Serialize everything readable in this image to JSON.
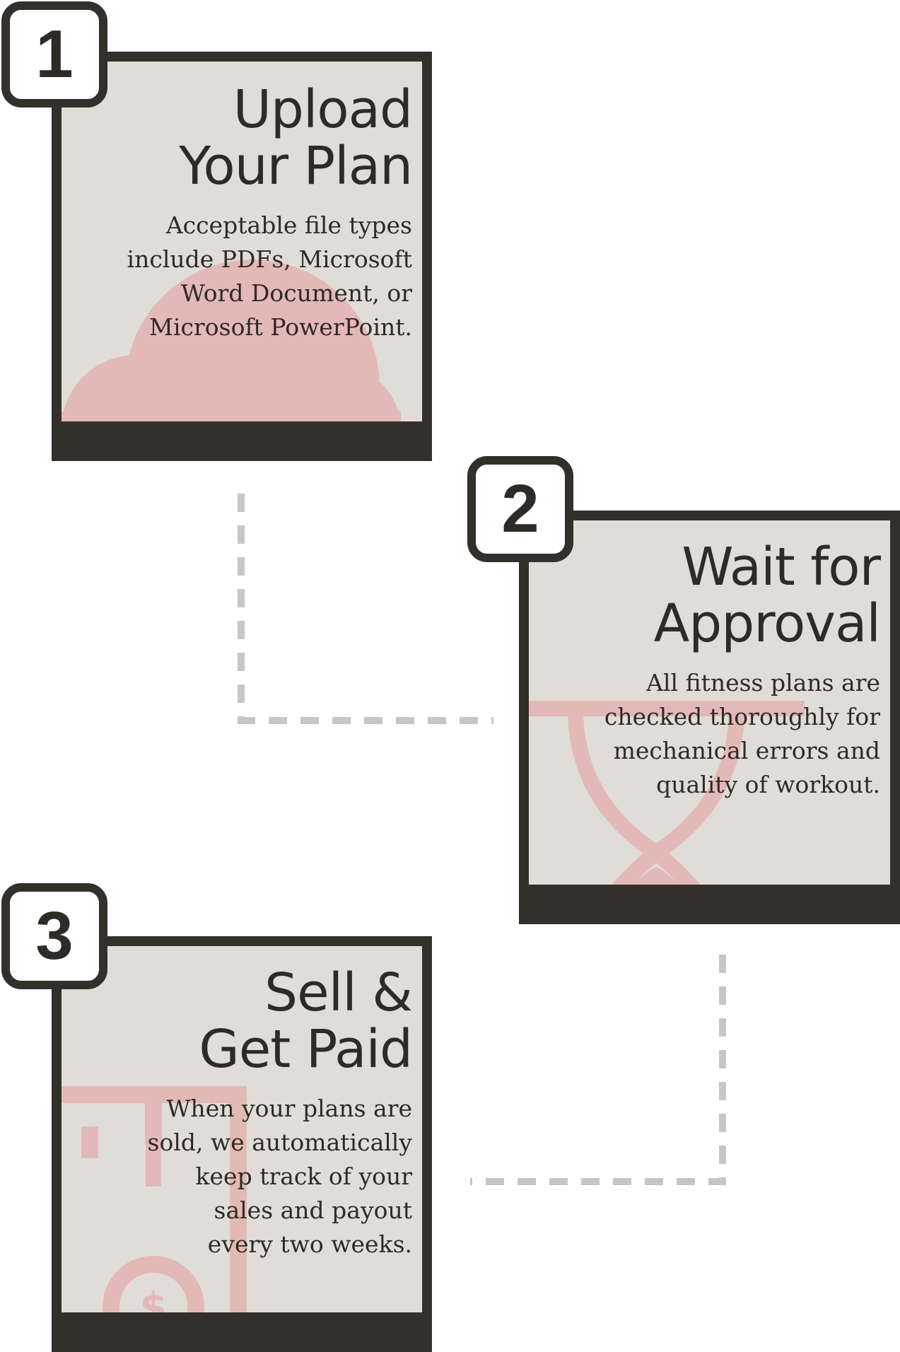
{
  "colors": {
    "card_background": "#e0ddd9",
    "card_border": "#332f2b",
    "icon_tint": "#e3b9b7",
    "connector": "#c6c6c6",
    "text": "#2e2a26"
  },
  "steps": [
    {
      "number": "1",
      "title": [
        "Upload",
        "Your Plan"
      ],
      "description": [
        "Acceptable file types",
        "include PDFs, Microsoft",
        "Word Document, or",
        "Microsoft PowerPoint."
      ],
      "icon": "cloud-icon"
    },
    {
      "number": "2",
      "title": [
        "Wait for",
        "Approval"
      ],
      "description": [
        "All fitness plans are",
        "checked thoroughly for",
        "mechanical errors and",
        "quality of workout."
      ],
      "icon": "hourglass-icon"
    },
    {
      "number": "3",
      "title": [
        "Sell &",
        "Get Paid"
      ],
      "description": [
        "When your plans are",
        "sold, we automatically",
        "keep track of your",
        "sales and payout",
        "every two weeks."
      ],
      "icon": "money-bill-icon"
    }
  ]
}
